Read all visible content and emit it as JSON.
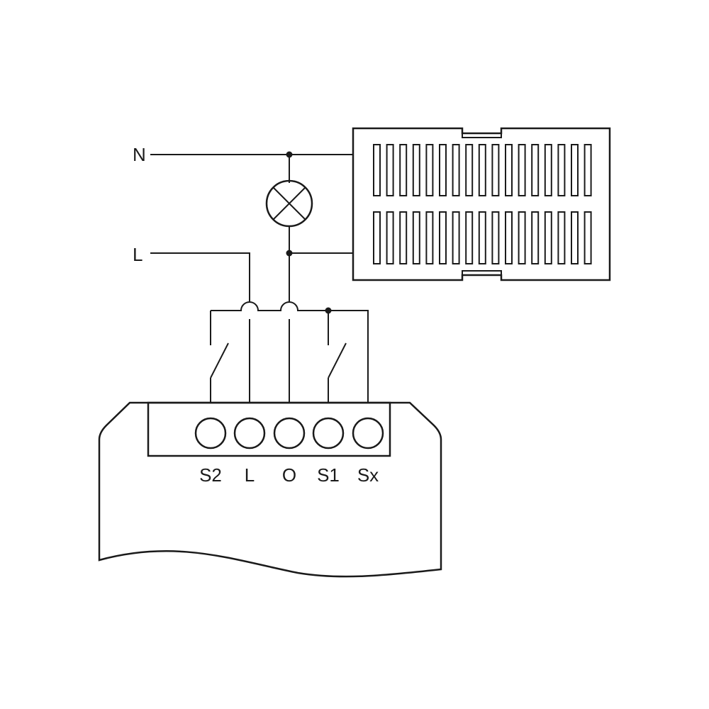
{
  "supply_lines": {
    "neutral_label": "N",
    "live_label": "L"
  },
  "device": {
    "terminals": [
      {
        "label": "S2"
      },
      {
        "label": "L"
      },
      {
        "label": "O"
      },
      {
        "label": "S1"
      },
      {
        "label": "Sx"
      }
    ]
  },
  "symbols": {
    "lamp": "lamp-icon",
    "heater": "radiator-icon",
    "switches": [
      "switch-s2-icon",
      "switch-s1-icon"
    ]
  },
  "colors": {
    "line": "#1a1a1a",
    "background": "#ffffff"
  }
}
